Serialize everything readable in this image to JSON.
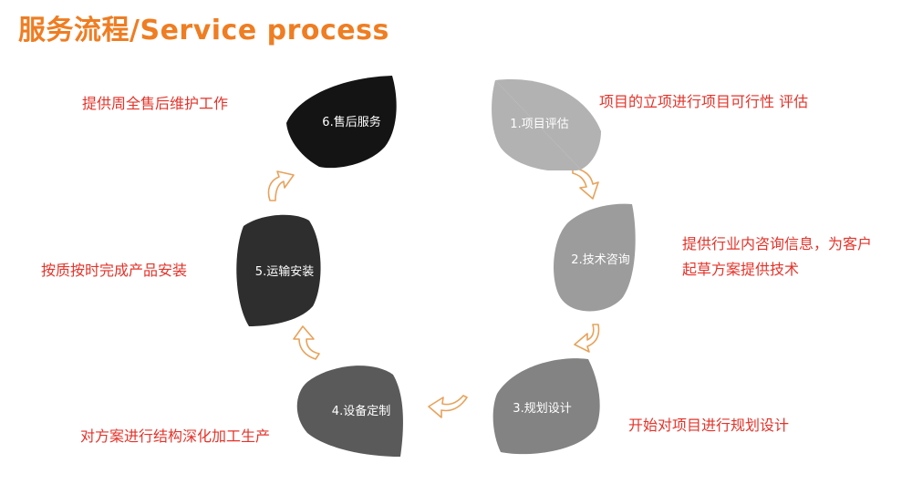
{
  "header": {
    "title": "服务流程/Service process"
  },
  "colors": {
    "title": "#ef7d22",
    "description_text": "#e5332a",
    "arrow_stroke": "#e8a25a",
    "step1": "#b2b2b2",
    "step2": "#9c9c9c",
    "step3": "#838383",
    "step4": "#5a5a5a",
    "step5": "#2e2e2e",
    "step6": "#141414"
  },
  "steps": [
    {
      "label": "1.项目评估",
      "description": [
        "项目的立项进行项目可行性 评估"
      ]
    },
    {
      "label": "2.技术咨询",
      "description": [
        "提供行业内咨询信息，为客户",
        "起草方案提供技术"
      ]
    },
    {
      "label": "3.规划设计",
      "description": [
        "开始对项目进行规划设计"
      ]
    },
    {
      "label": "4.设备定制",
      "description": [
        "对方案进行结构深化加工生产"
      ]
    },
    {
      "label": "5.运输安装",
      "description": [
        "按质按时完成产品安装"
      ]
    },
    {
      "label": "6.售后服务",
      "description": [
        "提供周全售后维护工作"
      ]
    }
  ],
  "arrows": [
    {
      "icon": "curved-arrow-icon"
    },
    {
      "icon": "curved-arrow-icon"
    },
    {
      "icon": "curved-arrow-icon"
    },
    {
      "icon": "curved-arrow-icon"
    },
    {
      "icon": "curved-arrow-icon"
    }
  ]
}
